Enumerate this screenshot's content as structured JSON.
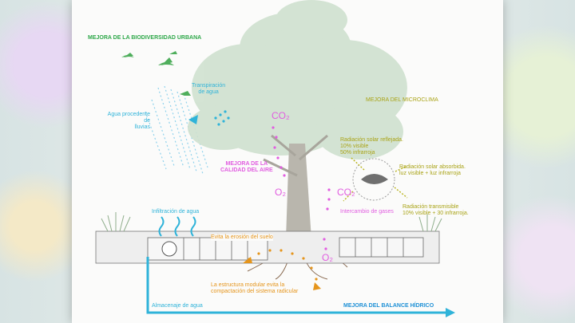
{
  "labels": {
    "biodiversity": "MEJORA DE LA BIODIVERSIDAD URBANA",
    "transpiration": "Transpiración\nde agua",
    "rain_water": "Agua procedente\nde\nlluvias",
    "microclimate": "MEJORA DEL MICROCLIMA",
    "co2_top": "CO₂",
    "air_quality": "MEJORA DE LA\nCALIDAD DEL AIRE",
    "o2_top": "O₂",
    "reflected_radiation": "Radiación solar reflejada.\n10% visible\n50% infrarroja",
    "absorbed_radiation": "Radiación solar absorbida.\nluz visible + luz infrarroja",
    "co2_right": "CO₂",
    "gas_exchange": "Intercambio de gases",
    "transmissible_radiation": "Radiación transmisible\n10% visible + 30 infrarroja.",
    "infiltration": "Infiltración de agua",
    "erosion": "Evita la erosión del suelo",
    "o2_bottom": "O₂",
    "modular_structure": "La estructura modular evita la\ncompactación del sistema radicular",
    "water_storage": "Almacenaje de agua",
    "water_balance": "MEJORA DEL BALANCE HÍDRICO"
  },
  "icons": [
    "bird-icon",
    "leaf-icon",
    "water-wave-icon"
  ],
  "colors": {
    "green": "#2fa84a",
    "cyan": "#2fb3d9",
    "magenta": "#e15de0",
    "olive": "#a9a316",
    "orange": "#e5951c",
    "blue": "#1e90d6"
  }
}
